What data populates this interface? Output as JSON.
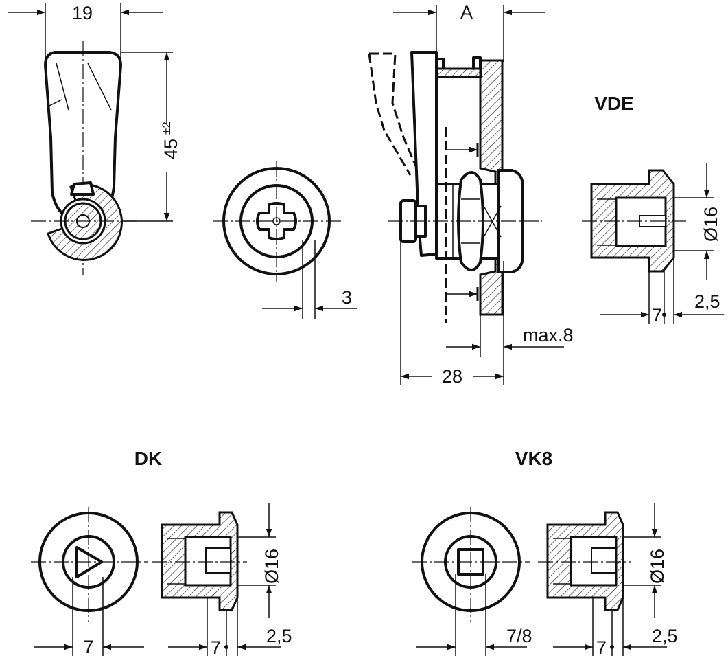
{
  "labels": {
    "dim_19": "19",
    "dim_45": "45",
    "dim_45_tol": "±2",
    "dim_3": "3",
    "dim_A": "A",
    "dim_max8": "max.8",
    "dim_28": "28",
    "vde_title": "VDE",
    "vde_d16": "Ø16",
    "vde_7": "7",
    "vde_2_5": "2,5",
    "dk_title": "DK",
    "dk_7": "7",
    "dk_7b": "7",
    "dk_d16": "Ø16",
    "dk_2_5": "2,5",
    "vk8_title": "VK8",
    "vk8_7_8": "7/8",
    "vk8_7": "7",
    "vk8_d16": "Ø16",
    "vk8_2_5": "2,5"
  }
}
